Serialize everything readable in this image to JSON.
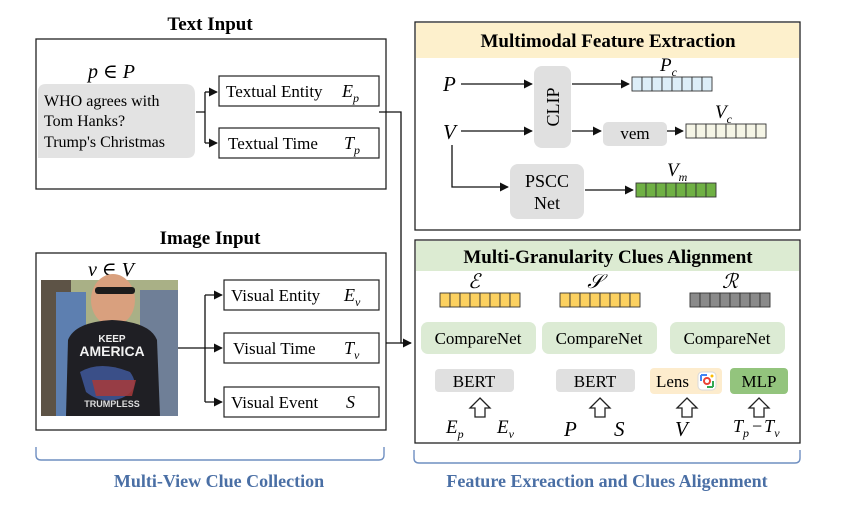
{
  "text_input": {
    "title": "Text Input",
    "set_label": "p ∈ P",
    "query_lines": [
      "WHO agrees with",
      "Tom Hanks?",
      "Trump's Christmas"
    ],
    "textual_entity": {
      "label": "Textual Entity",
      "symbol": "E",
      "sub": "p"
    },
    "textual_time": {
      "label": "Textual Time",
      "symbol": "T",
      "sub": "p"
    }
  },
  "image_input": {
    "title": "Image Input",
    "set_label": "v ∈ V",
    "photo_text_1": "KEEP",
    "photo_text_2": "AMERICA",
    "photo_text_3": "TRUMPLESS",
    "visual_entity": {
      "label": "Visual Entity",
      "symbol": "E",
      "sub": "v"
    },
    "visual_time": {
      "label": "Visual Time",
      "symbol": "T",
      "sub": "v"
    },
    "visual_event": {
      "label": "Visual Event",
      "symbol": "S"
    }
  },
  "feature_extraction": {
    "title": "Multimodal Feature Extraction",
    "input_p": "P",
    "input_v": "V",
    "clip_label": "CLIP",
    "vem_label": "vem",
    "pscc_line1": "PSCC",
    "pscc_line2": "Net",
    "pc": {
      "symbol": "P",
      "sub": "c"
    },
    "vc": {
      "symbol": "V",
      "sub": "c"
    },
    "vm": {
      "symbol": "V",
      "sub": "m"
    }
  },
  "alignment": {
    "title": "Multi-Granularity Clues Alignment",
    "columns": [
      {
        "script": "ℰ",
        "comparenet": "CompareNet",
        "encoder": "BERT",
        "inputs": [
          "E",
          "E"
        ],
        "subs": [
          "p",
          "v"
        ]
      },
      {
        "script": "𝒮",
        "comparenet": "CompareNet",
        "encoder": "BERT",
        "inputs": [
          "P",
          "S"
        ]
      },
      {
        "script": "ℛ",
        "comparenet": "CompareNet",
        "encoder_left": "Lens",
        "encoder_right": "MLP",
        "input_v": "V",
        "time_diff": {
          "a": "T",
          "a_sub": "p",
          "minus": "−",
          "b": "T",
          "b_sub": "v"
        }
      }
    ]
  },
  "captions": {
    "left": "Multi-View Clue Collection",
    "right": "Feature Exreaction and Clues Aligenment"
  },
  "colors": {
    "header_yellow": "#fdf0cc",
    "header_green": "#dcebd2",
    "node_gray": "#e0e0e0",
    "node_green": "#dcebd4",
    "lens_bg": "#fdeccd",
    "mlp_bg": "#93c47d",
    "vec_blue": "#ddeef8",
    "vec_cream": "#f5f5e6",
    "vec_green": "#6fb044",
    "vec_yellow": "#fcd160",
    "vec_gray": "#8a8a8a",
    "caption_blue": "#4a6fa5"
  }
}
